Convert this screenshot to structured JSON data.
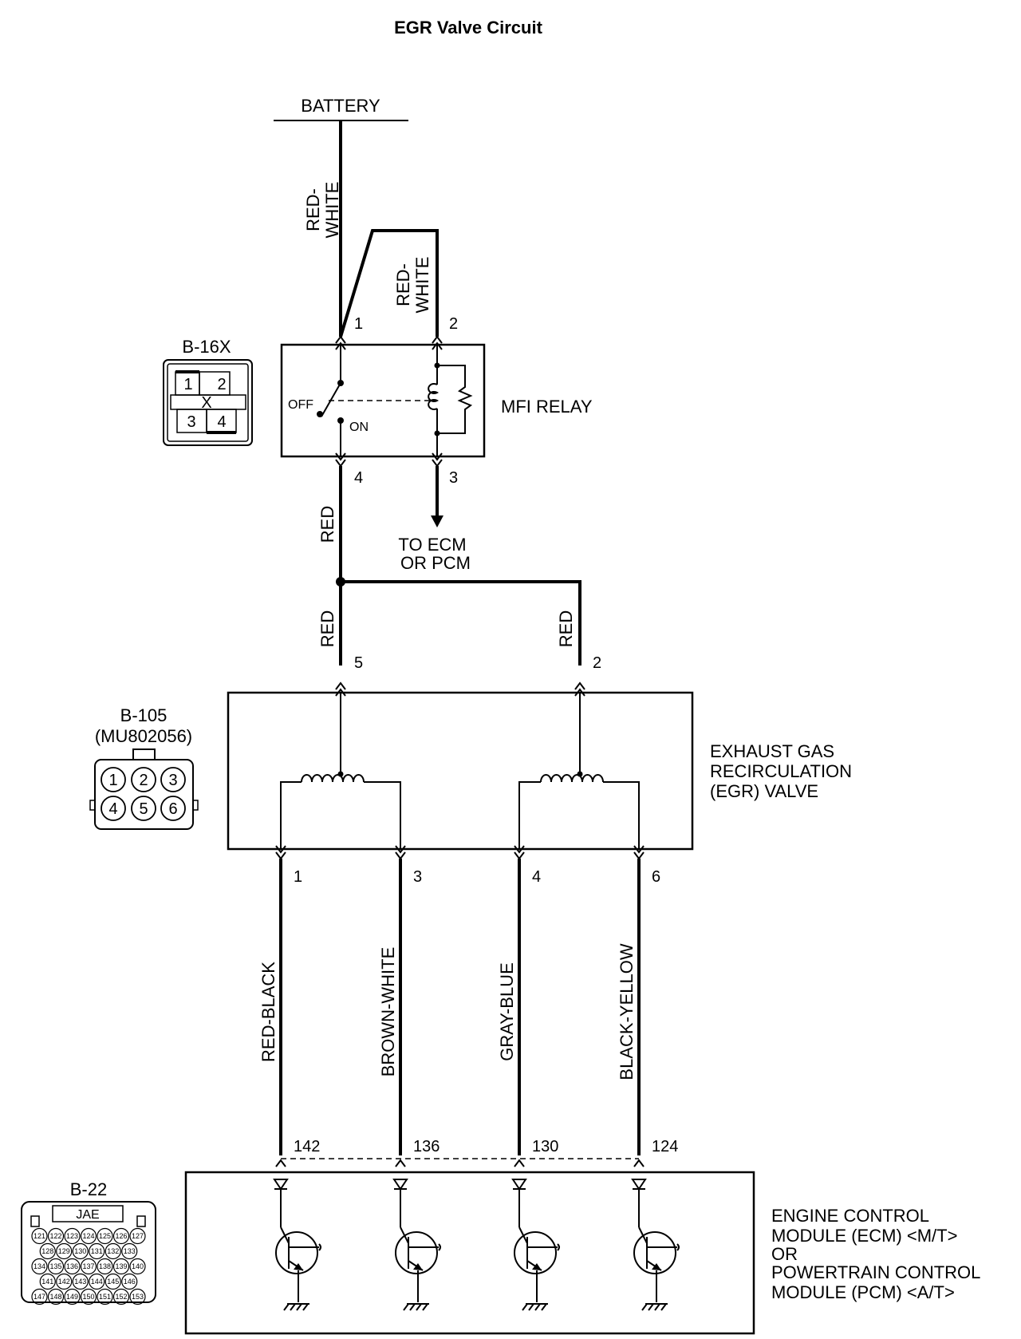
{
  "title": "EGR Valve Circuit",
  "battery": {
    "label": "BATTERY",
    "wire_color": "RED-\nWHITE"
  },
  "relay": {
    "name": "MFI RELAY",
    "connector": "B-16X",
    "pin1": "1",
    "pin2": "2",
    "pin3": "3",
    "pin4": "4",
    "switch_off": "OFF",
    "switch_on": "ON",
    "wire_pin2": "RED-\nWHITE",
    "wire_pin4": "RED",
    "to_ecm": "TO ECM",
    "or_pcm": "OR PCM",
    "connector_pins": [
      "1",
      "2",
      "X",
      "3",
      "4"
    ]
  },
  "egr": {
    "name_line1": "EXHAUST GAS",
    "name_line2": "RECIRCULATION",
    "name_line3": "(EGR) VALVE",
    "connector": "B-105",
    "part_number": "(MU802056)",
    "connector_pins": [
      "1",
      "2",
      "3",
      "4",
      "5",
      "6"
    ],
    "in_wire_left": "RED",
    "in_wire_right": "RED",
    "in_pin_left": "5",
    "in_pin_right": "2",
    "out_pins": [
      "1",
      "3",
      "4",
      "6"
    ],
    "out_wires": [
      "RED-BLACK",
      "BROWN-WHITE",
      "GRAY-BLUE",
      "BLACK-YELLOW"
    ]
  },
  "ecm": {
    "pins": [
      "142",
      "136",
      "130",
      "124"
    ],
    "line1": "ENGINE CONTROL",
    "line2": "MODULE (ECM) <M/T>",
    "line3": "OR",
    "line4": "POWERTRAIN CONTROL",
    "line5": "MODULE (PCM) <A/T>",
    "connector": "B-22",
    "connector_brand": "JAE",
    "connector_pins": [
      [
        "121",
        "122",
        "123",
        "124",
        "125",
        "126",
        "127"
      ],
      [
        "128",
        "129",
        "130",
        "131",
        "132",
        "133"
      ],
      [
        "134",
        "135",
        "136",
        "137",
        "138",
        "139",
        "140"
      ],
      [
        "141",
        "142",
        "143",
        "144",
        "145",
        "146"
      ],
      [
        "147",
        "148",
        "149",
        "150",
        "151",
        "152",
        "153"
      ]
    ]
  }
}
